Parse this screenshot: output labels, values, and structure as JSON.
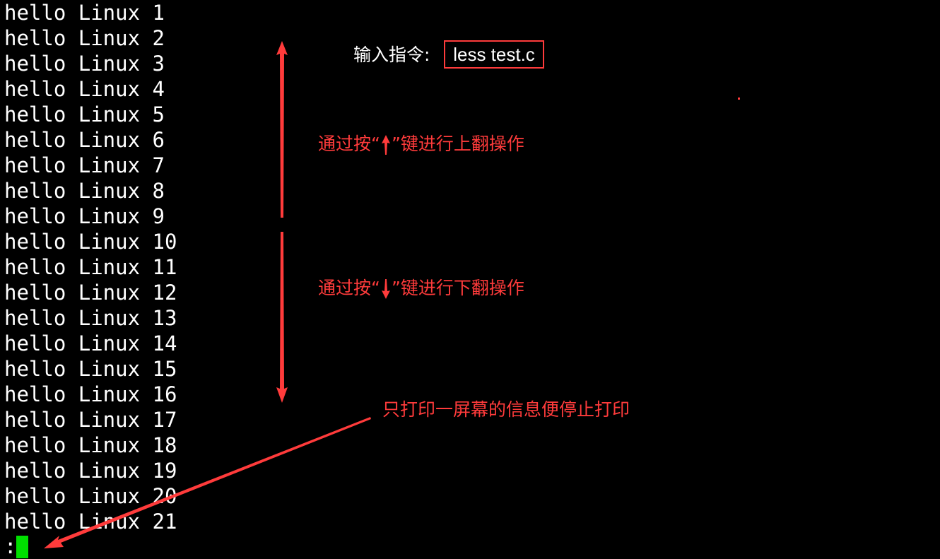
{
  "terminal": {
    "lines": [
      "hello Linux 1",
      "hello Linux 2",
      "hello Linux 3",
      "hello Linux 4",
      "hello Linux 5",
      "hello Linux 6",
      "hello Linux 7",
      "hello Linux 8",
      "hello Linux 9",
      "hello Linux 10",
      "hello Linux 11",
      "hello Linux 12",
      "hello Linux 13",
      "hello Linux 14",
      "hello Linux 15",
      "hello Linux 16",
      "hello Linux 17",
      "hello Linux 18",
      "hello Linux 19",
      "hello Linux 20",
      "hello Linux 21"
    ],
    "prompt": ":",
    "cursor_color": "#00e000"
  },
  "annotations": {
    "command_label": "输入指令:",
    "command": "less test.c",
    "up_prefix": "通过按“",
    "up_suffix": "”键进行上翻操作",
    "down_prefix": "通过按“",
    "down_suffix": "”键进行下翻操作",
    "screen_note": "只打印一屏幕的信息便停止打印",
    "accent_color": "#ff3b3b"
  }
}
